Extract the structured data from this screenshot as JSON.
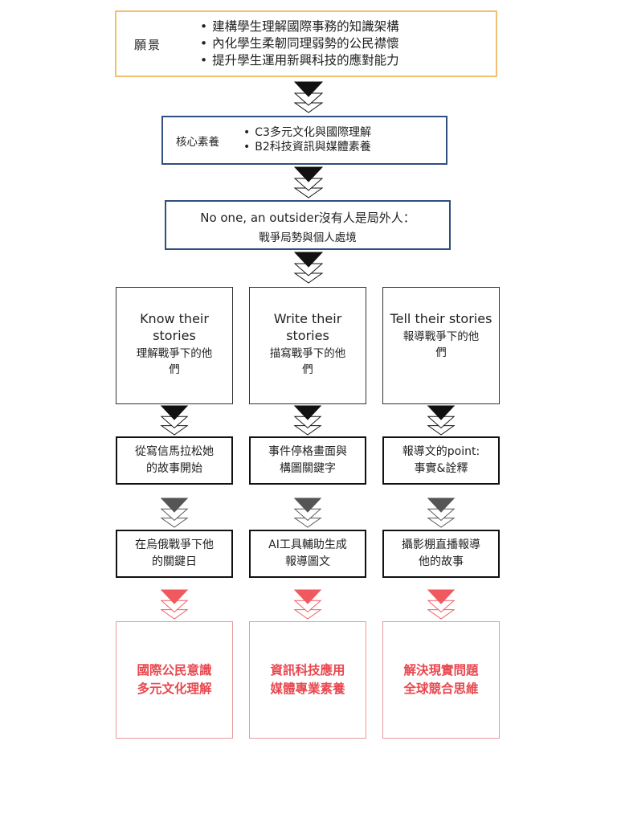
{
  "vision": {
    "label": "願景",
    "items": [
      "建構學生理解國際事務的知識架構",
      "內化學生柔韌同理弱勢的公民襟懷",
      "提升學生運用新興科技的應對能力"
    ]
  },
  "core": {
    "label": "核心素養",
    "items": [
      "C3多元文化與國際理解",
      "B2科技資訊與媒體素養"
    ]
  },
  "theme": {
    "line1": "No one, an outsider沒有人是局外人：",
    "line2": "戰爭局勢與個人處境"
  },
  "columns": [
    {
      "title_en": "Know their stories",
      "title_zh": "理解戰爭下的他們",
      "step1": "從寫信馬拉松她的故事開始",
      "step2": "在烏俄戰爭下他的關鍵日",
      "outcome": "國際公民意識多元文化理解"
    },
    {
      "title_en": "Write their stories",
      "title_zh": "描寫戰爭下的他們",
      "step1": "事件停格畫面與構圖關鍵字",
      "step2": "AI工具輔助生成報導圖文",
      "outcome": "資訊科技應用媒體專業素養"
    },
    {
      "title_en": "Tell their stories",
      "title_zh": "報導戰爭下的他們",
      "step1": "報導文的point:事實&詮釋",
      "step2": "攝影棚直播報導他的故事",
      "outcome": "解決現實問題全球競合思維"
    }
  ],
  "colors": {
    "vision_border": "#f0c070",
    "navy_border": "#2f4f7f",
    "outcome_text": "#e8484f",
    "outcome_border": "#e89a9a",
    "arrow_black": "#111111",
    "arrow_gray": "#555555",
    "arrow_red": "#f05a5f"
  },
  "icons": [
    "triple-chevron-down-arrow"
  ]
}
